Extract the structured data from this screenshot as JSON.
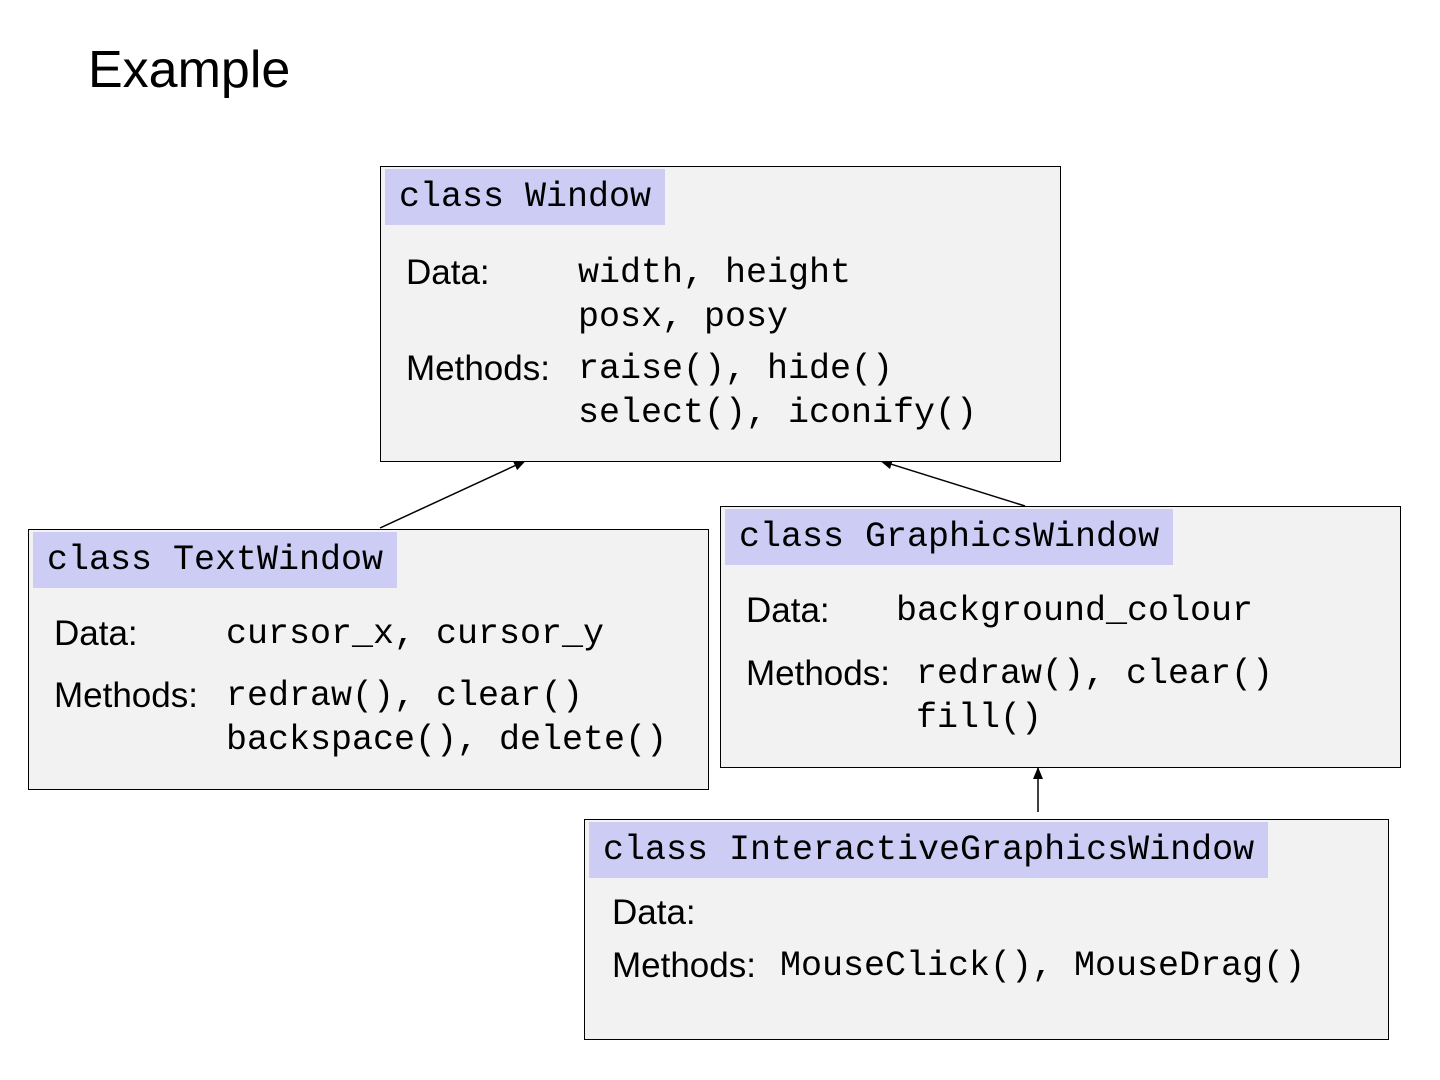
{
  "title": "Example",
  "classes": {
    "window": {
      "header": "class Window",
      "data_label": "Data:",
      "data_lines": [
        "width, height",
        "posx, posy"
      ],
      "methods_label": "Methods:",
      "methods_lines": [
        "raise(), hide()",
        "select(), iconify()"
      ]
    },
    "text_window": {
      "header": "class TextWindow",
      "data_label": "Data:",
      "data_lines": [
        "cursor_x, cursor_y"
      ],
      "methods_label": "Methods:",
      "methods_lines": [
        "redraw(), clear()",
        "backspace(), delete()"
      ]
    },
    "graphics_window": {
      "header": "class GraphicsWindow",
      "data_label": "Data:",
      "data_lines": [
        "background_colour"
      ],
      "methods_label": "Methods:",
      "methods_lines": [
        "redraw(), clear()",
        "fill()"
      ]
    },
    "interactive_graphics_window": {
      "header": "class InteractiveGraphicsWindow",
      "data_label": "Data:",
      "data_lines": [],
      "methods_label": "Methods:",
      "methods_lines": [
        "MouseClick(), MouseDrag()"
      ]
    }
  },
  "colors": {
    "header_fill": "#ccccf5",
    "box_fill": "#f2f2f2",
    "border": "#000000"
  }
}
